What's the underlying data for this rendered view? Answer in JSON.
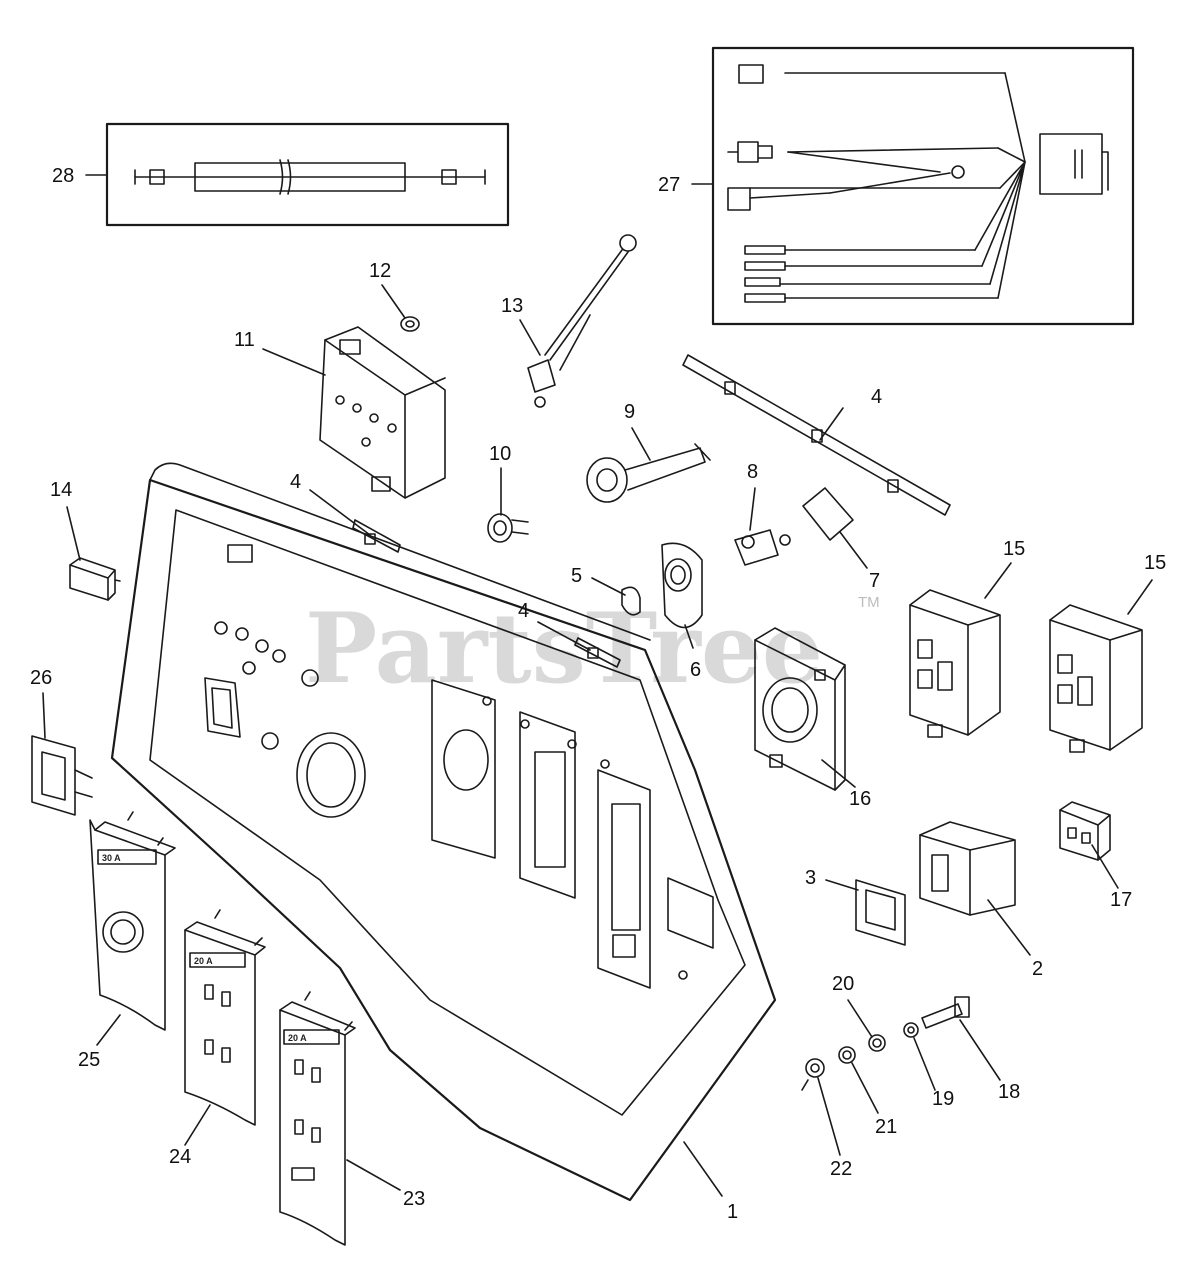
{
  "watermark": {
    "text": "PartsTree",
    "trademark": "TM"
  },
  "callouts": [
    "1",
    "2",
    "3",
    "4",
    "4",
    "4",
    "5",
    "6",
    "7",
    "8",
    "9",
    "10",
    "11",
    "12",
    "13",
    "14",
    "15",
    "15",
    "16",
    "17",
    "18",
    "19",
    "20",
    "21",
    "22",
    "23",
    "24",
    "25",
    "26",
    "27",
    "28"
  ],
  "outlet_labels": {
    "twist_lock": "30 A",
    "duplex_a": "20 A",
    "duplex_b": "20 A"
  }
}
